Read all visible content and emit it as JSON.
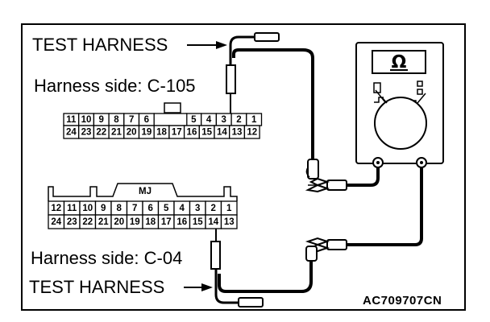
{
  "labels": {
    "test_harness_top": "TEST HARNESS",
    "harness_side_top": "Harness side: C-105",
    "harness_side_bottom": "Harness side: C-04",
    "test_harness_bottom": "TEST HARNESS",
    "mj": "MJ",
    "figure_code": "AC709707CN",
    "ohm_symbol": "Ω"
  },
  "connector_c105": {
    "top_row": [
      "11",
      "10",
      "9",
      "8",
      "7",
      "6",
      "",
      "5",
      "4",
      "3",
      "2",
      "1"
    ],
    "bottom_row": [
      "24",
      "23",
      "22",
      "21",
      "20",
      "19",
      "18",
      "17",
      "16",
      "15",
      "14",
      "13",
      "12"
    ]
  },
  "connector_c04": {
    "top_row": [
      "12",
      "11",
      "10",
      "9",
      "8",
      "7",
      "6",
      "5",
      "4",
      "3",
      "2",
      "1"
    ],
    "bottom_row": [
      "24",
      "23",
      "22",
      "21",
      "20",
      "19",
      "18",
      "17",
      "16",
      "15",
      "14",
      "13"
    ]
  }
}
